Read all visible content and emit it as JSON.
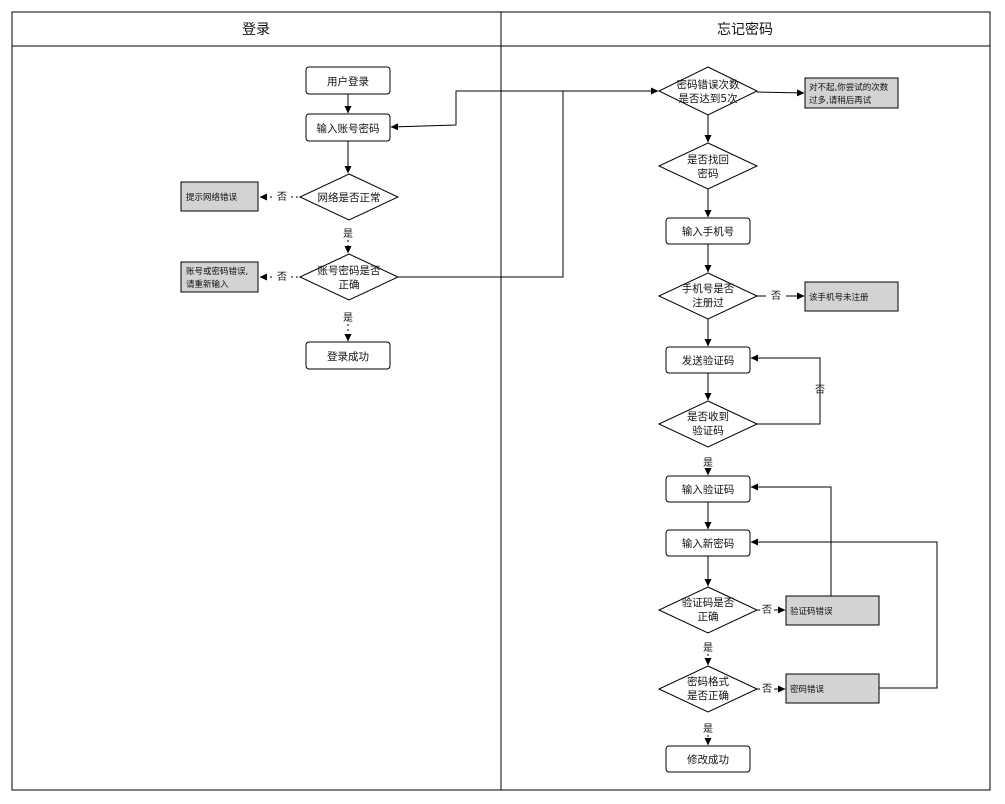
{
  "lanes": {
    "login": "登录",
    "forgot": "忘记密码"
  },
  "login": {
    "user_login": "用户登录",
    "enter_account": "输入账号密码",
    "network_check": "网络是否正常",
    "account_check_1": "账号密码是否",
    "account_check_2": "正确",
    "network_error": "提示网络错误",
    "account_error_1": "账号或密码错误,",
    "account_error_2": "请重新输入",
    "success": "登录成功"
  },
  "forgot": {
    "attempts_1": "密码错误次数",
    "attempts_2": "是否达到5次",
    "too_many_1": "对不起,你尝试的次数",
    "too_many_2": "过多,请稍后再试",
    "retrieve_1": "是否找回",
    "retrieve_2": "密码",
    "enter_phone": "输入手机号",
    "phone_check_1": "手机号是否",
    "phone_check_2": "注册过",
    "phone_unreg": "该手机号未注册",
    "send_code": "发送验证码",
    "received_1": "是否收到",
    "received_2": "验证码",
    "enter_code": "输入验证码",
    "enter_new": "输入新密码",
    "code_check_1": "验证码是否",
    "code_check_2": "正确",
    "code_error": "验证码错误",
    "format_1": "密码格式",
    "format_2": "是否正确",
    "pwd_error": "密码错误",
    "success": "修改成功"
  },
  "labels": {
    "yes": "是",
    "no": "否"
  }
}
